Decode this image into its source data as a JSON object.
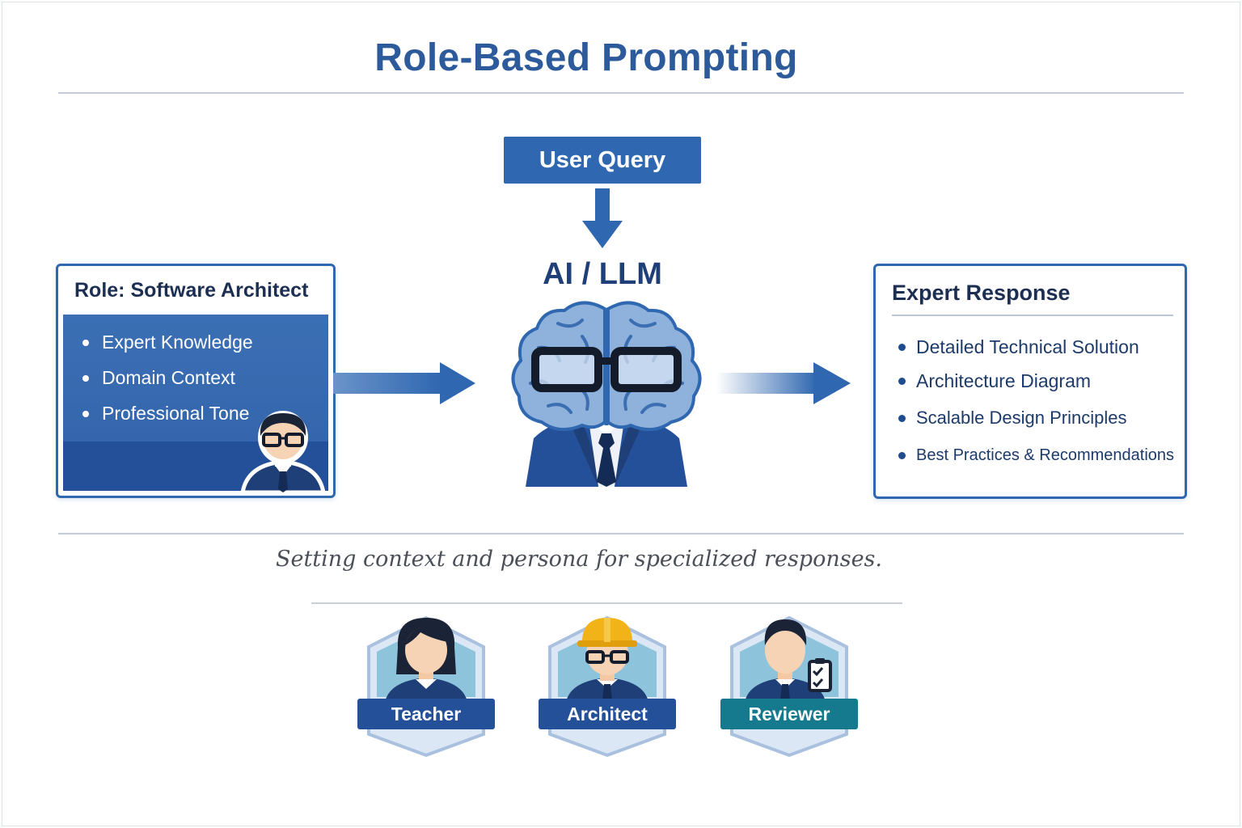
{
  "title": "Role-Based Prompting",
  "query": {
    "label": "User Query"
  },
  "model": {
    "label": "AI / LLM"
  },
  "role_panel": {
    "title": "Role: Software Architect",
    "items": [
      "Expert Knowledge",
      "Domain Context",
      "Professional Tone"
    ]
  },
  "response_panel": {
    "title": "Expert Response",
    "items": [
      "Detailed Technical Solution",
      "Architecture Diagram",
      "Scalable Design Principles",
      "Best Practices & Recommendations"
    ]
  },
  "tagline": "Setting context and persona for specialized responses.",
  "roles": [
    {
      "label": "Teacher",
      "color": "#24509a"
    },
    {
      "label": "Architect",
      "color": "#24509a"
    },
    {
      "label": "Reviewer",
      "color": "#167a8e"
    }
  ],
  "colors": {
    "primary": "#2f67b0",
    "dark": "#1e3f78",
    "teal": "#167a8e"
  }
}
